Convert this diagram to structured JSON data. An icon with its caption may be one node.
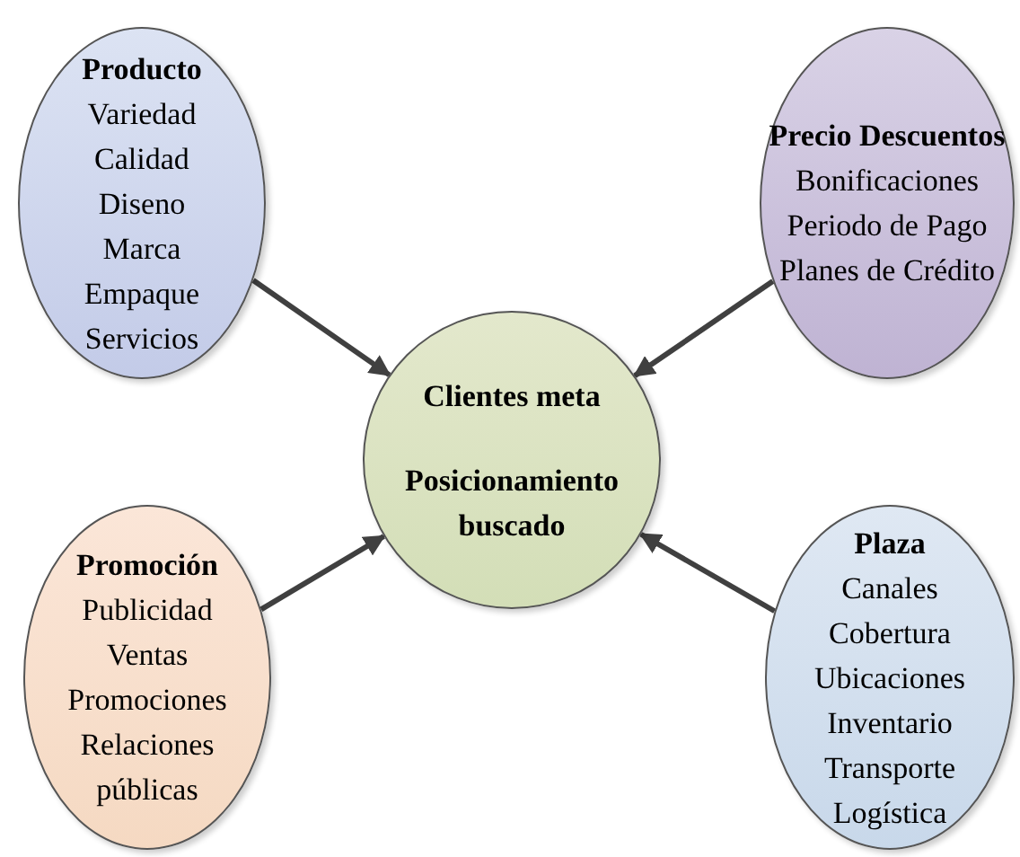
{
  "diagram": {
    "nodes": [
      {
        "text": [
          "Producto",
          "Variedad",
          "Calidad",
          "Diseno",
          "Marca",
          "Empaque",
          "Servicios"
        ]
      },
      {
        "text": [
          "Precio Descuentos",
          "Bonificaciones",
          "Periodo de Pago",
          "Planes de Crédito"
        ]
      },
      {
        "text": [
          "Clientes meta",
          "Posicionamiento buscado"
        ]
      },
      {
        "text": [
          "Promoción",
          "Publicidad",
          "Ventas",
          "Promociones",
          "Relaciones públicas"
        ]
      },
      {
        "text": [
          "Plaza",
          "Canales",
          "Cobertura",
          "Ubicaciones",
          "Inventario",
          "Transporte",
          "Logística"
        ]
      }
    ],
    "edges": [
      {
        "from": 0,
        "to": 2,
        "arrow": "to"
      },
      {
        "from": 1,
        "to": 2,
        "arrow": "to"
      },
      {
        "from": 3,
        "to": 2,
        "arrow": "to"
      },
      {
        "from": 4,
        "to": 2,
        "arrow": "to"
      }
    ]
  }
}
